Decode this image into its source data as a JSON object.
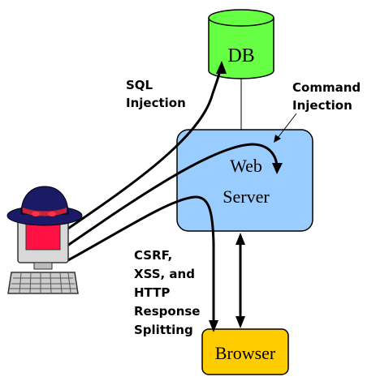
{
  "nodes": {
    "db": {
      "label": "DB",
      "color": "#66ff44"
    },
    "web_server": {
      "line1": "Web",
      "line2": "Server",
      "color": "#99ccff"
    },
    "browser": {
      "label": "Browser",
      "color": "#ffcc00"
    }
  },
  "attacks": {
    "sql": {
      "line1": "SQL",
      "line2": "Injection"
    },
    "command": {
      "line1": "Command",
      "line2": "Injection"
    },
    "client": {
      "line1": "CSRF,",
      "line2": "XSS, and",
      "line3": "HTTP",
      "line4": "Response",
      "line5": "Splitting"
    }
  },
  "attacker": {
    "icon": "hacker-computer-icon",
    "hat_color": "#1a1a66",
    "screen_color": "#ff1144"
  }
}
